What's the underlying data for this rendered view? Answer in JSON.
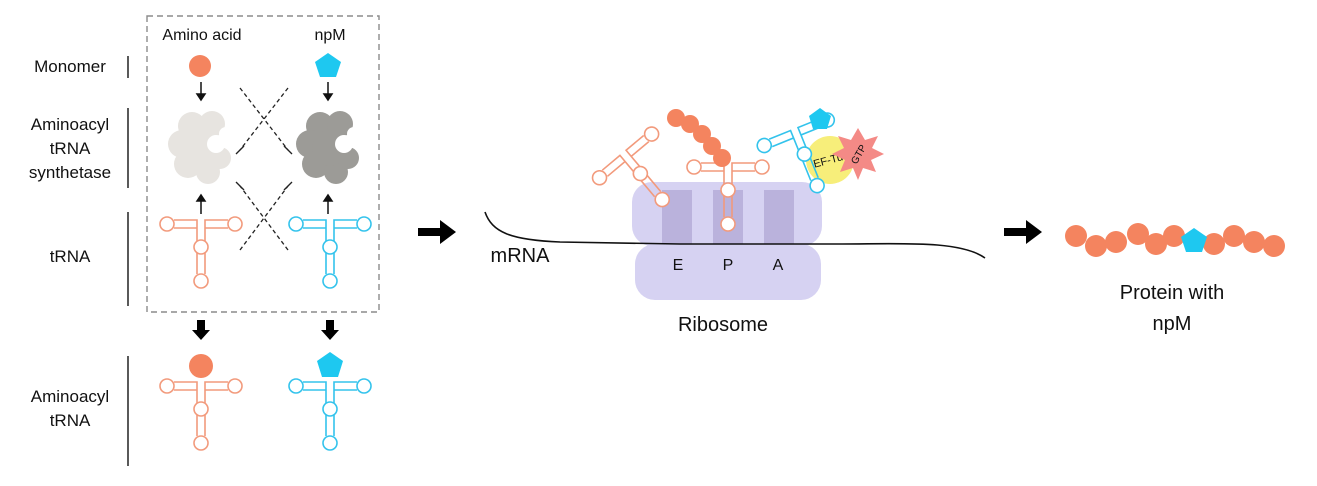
{
  "labels": {
    "amino_acid": "Amino acid",
    "npm": "npM",
    "monomer": "Monomer",
    "aars_line1": "Aminoacyl",
    "aars_line2": "tRNA",
    "aars_line3": "synthetase",
    "trna": "tRNA",
    "aatrna_line1": "Aminoacyl",
    "aatrna_line2": "tRNA",
    "mrna": "mRNA",
    "site_e": "E",
    "site_p": "P",
    "site_a": "A",
    "ribosome": "Ribosome",
    "ef_tu": "EF-Tu",
    "gtp": "GTP",
    "protein_line1": "Protein with",
    "protein_line2": "npM"
  },
  "colors": {
    "amino_acid": "#f4845f",
    "npm": "#1ec8f0",
    "trna_native": "#f29a7c",
    "trna_npm": "#33c3ec",
    "synthetase_native": "#e7e4e0",
    "synthetase_npm": "#9c9b97",
    "ribosome": "#d6d2f2",
    "ribosome_site": "#bab2dc",
    "ef_tu": "#f7ee7a",
    "gtp": "#f48a86",
    "dashed_box": "#8c8c8c",
    "arrow": "#000000"
  },
  "icons": {
    "monomer_amino_acid": "circle",
    "monomer_npm": "pentagon",
    "synthetase": "cloud-with-notch",
    "trna": "cloverleaf",
    "gtp": "starburst",
    "process_arrow": "right-arrow",
    "down_arrow": "down-arrow"
  }
}
